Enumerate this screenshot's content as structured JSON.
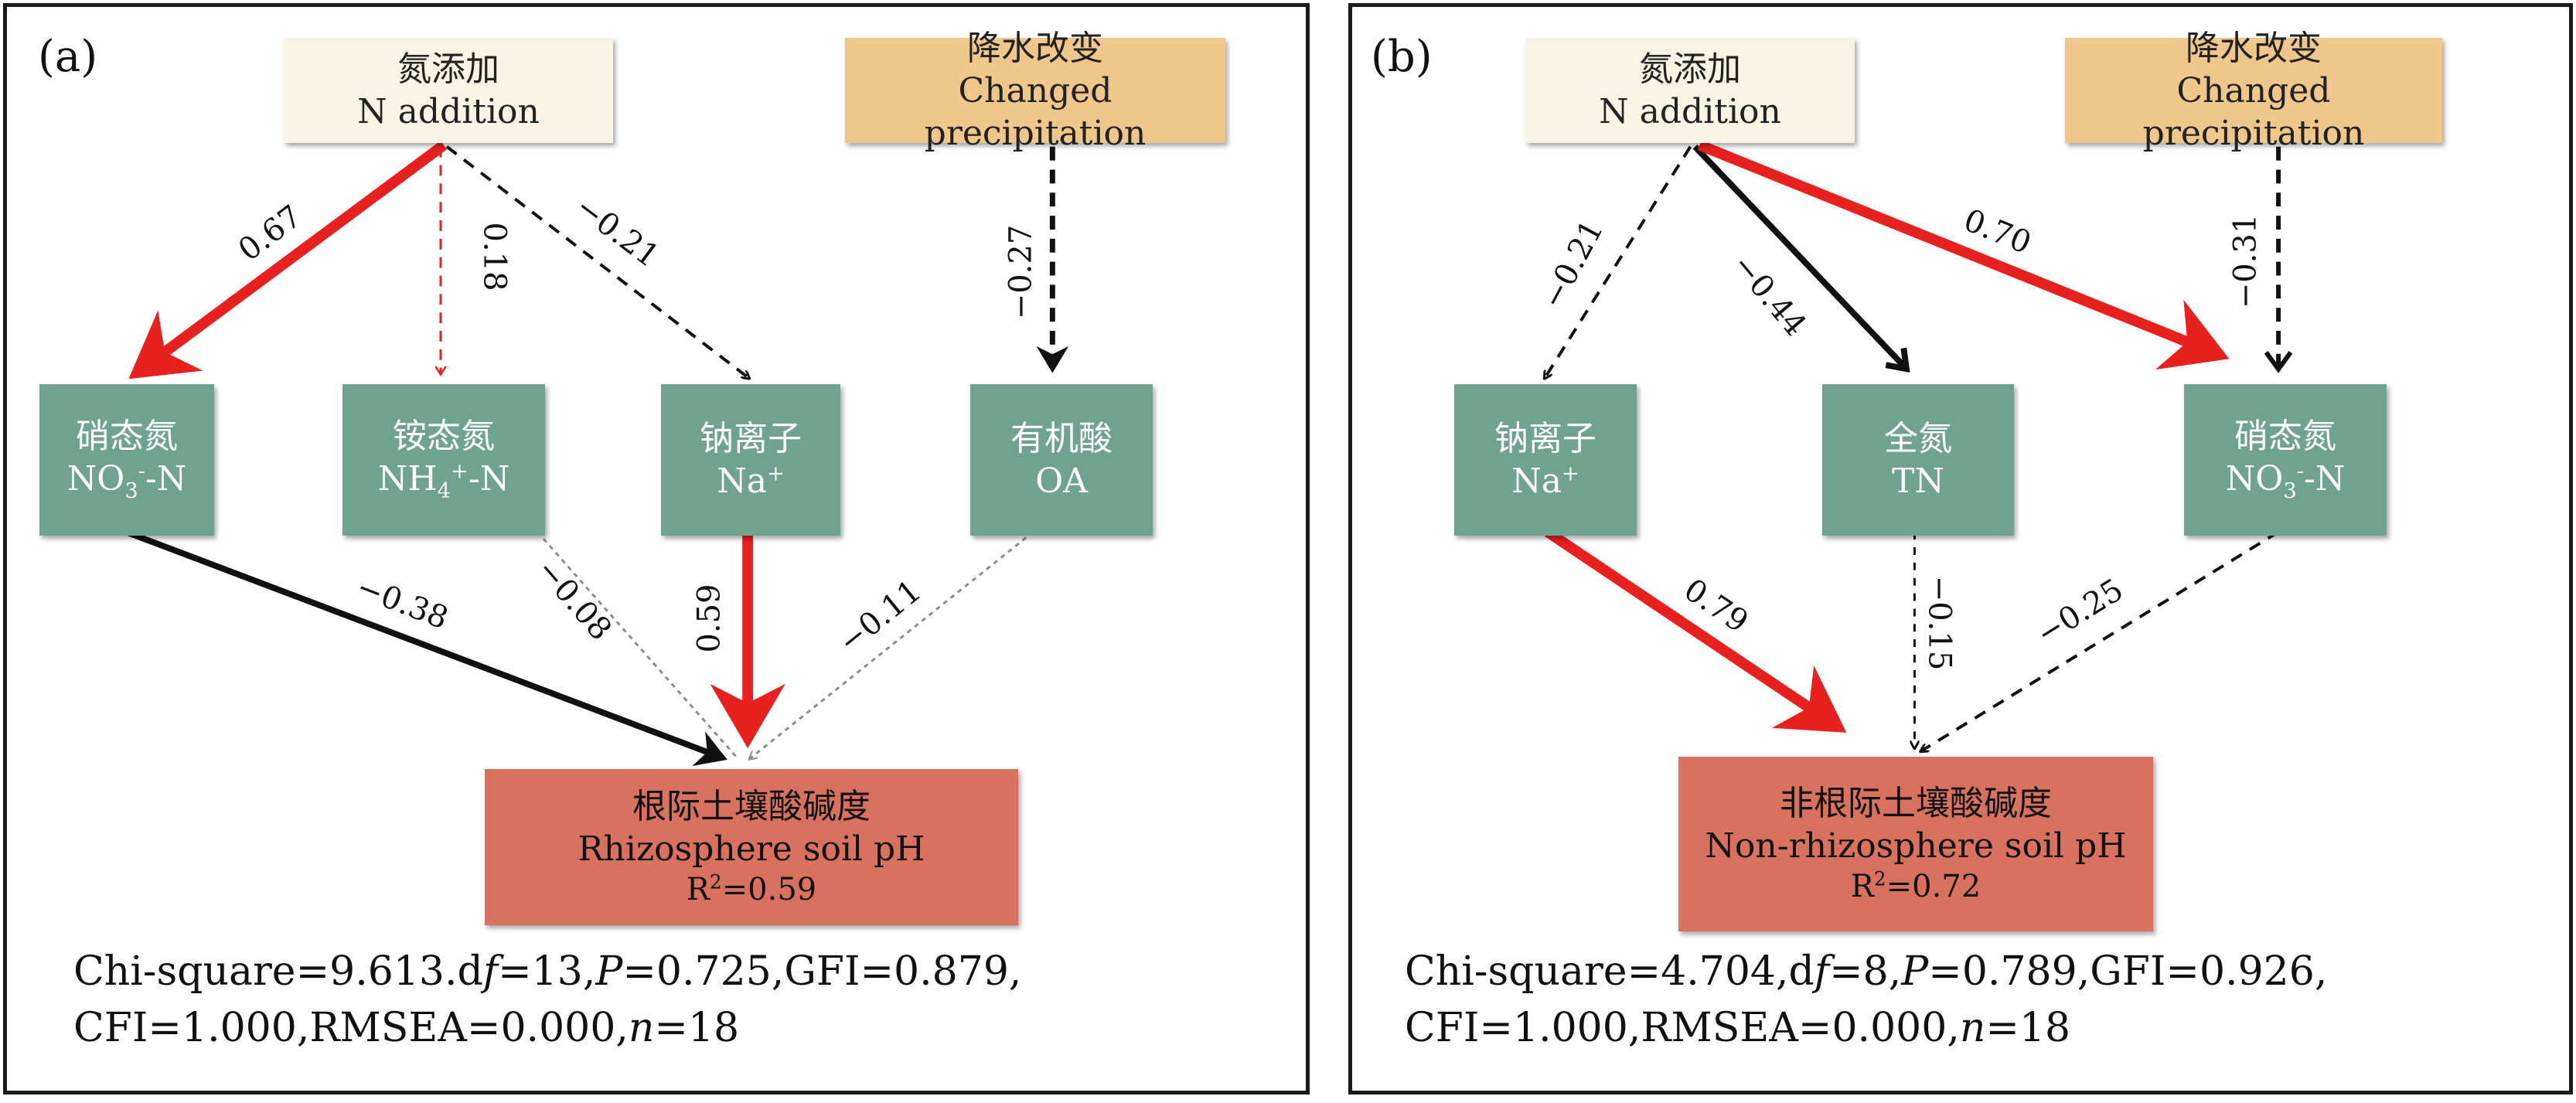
{
  "panel_a": {
    "tag": "(a)",
    "nodes": {
      "n_add": {
        "zh": "氮添加",
        "en": "N addition"
      },
      "precip": {
        "zh": "降水改变",
        "en": "Changed precipitation"
      },
      "no3": {
        "zh": "硝态氮",
        "en_pre": "NO",
        "en_sub": "3",
        "en_sup": "-",
        "en_post": "-N"
      },
      "nh4": {
        "zh": "铵态氮",
        "en_pre": "NH",
        "en_sub": "4",
        "en_sup": "+",
        "en_post": "-N"
      },
      "na": {
        "zh": "钠离子",
        "en_pre": "Na",
        "en_sup": "+"
      },
      "oa": {
        "zh": "有机酸",
        "en": "OA"
      },
      "ph": {
        "zh": "根际土壤酸碱度",
        "en": "Rhizosphere soil pH",
        "r2_pre": "R",
        "r2_sup": "2",
        "r2_post": "=0.59"
      }
    },
    "paths": {
      "n_no3": "0.67",
      "n_nh4": "0.18",
      "n_na": "−0.21",
      "p_oa": "−0.27",
      "no3_ph": "−0.38",
      "nh4_ph": "−0.08",
      "na_ph": "0.59",
      "oa_ph": "−0.11"
    },
    "stats": {
      "l1_a": "Chi-square=9.613.d",
      "l1_f": "f",
      "l1_b": "=13,",
      "l1_p": "P",
      "l1_c": "=0.725,GFI=0.879,",
      "l2_a": "CFI=1.000,RMSEA=0.000,",
      "l2_n": "n",
      "l2_b": "=18"
    }
  },
  "panel_b": {
    "tag": "(b)",
    "nodes": {
      "n_add": {
        "zh": "氮添加",
        "en": "N addition"
      },
      "precip": {
        "zh": "降水改变",
        "en": "Changed precipitation"
      },
      "na": {
        "zh": "钠离子",
        "en_pre": "Na",
        "en_sup": "+"
      },
      "tn": {
        "zh": "全氮",
        "en": "TN"
      },
      "no3": {
        "zh": "硝态氮",
        "en_pre": "NO",
        "en_sub": "3",
        "en_sup": "-",
        "en_post": "-N"
      },
      "ph": {
        "zh": "非根际土壤酸碱度",
        "en": "Non-rhizosphere soil pH",
        "r2_pre": "R",
        "r2_sup": "2",
        "r2_post": "=0.72"
      }
    },
    "paths": {
      "n_na": "−0.21",
      "n_tn": "−0.44",
      "n_no3": "0.70",
      "p_no3": "−0.31",
      "na_ph": "0.79",
      "tn_ph": "−0.15",
      "no3_ph": "−0.25"
    },
    "stats": {
      "l1_a": "Chi-square=4.704,d",
      "l1_f": "f",
      "l1_b": "=8,",
      "l1_p": "P",
      "l1_c": "=0.789,GFI=0.926,",
      "l2_a": "CFI=1.000,RMSEA=0.000,",
      "l2_n": "n",
      "l2_b": "=18"
    }
  },
  "colors": {
    "positive_path": "#e8201e",
    "negative_path": "#111111",
    "weak_path": "#8c8c8c",
    "n_addition_box": "#f8f3e3",
    "precipitation_box": "#efc78a",
    "mediator_box": "#6fa390",
    "outcome_box": "#d8725f"
  }
}
